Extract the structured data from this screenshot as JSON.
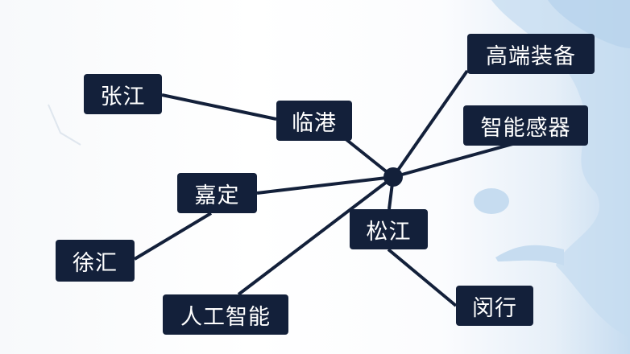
{
  "colors": {
    "node_bg": "#13203a",
    "node_text": "#ffffff",
    "line": "#13203a",
    "water": "#c6dcf0"
  },
  "nodes": {
    "high_end_equipment": "高端装备",
    "zhangjiang": "张江",
    "lingang": "临港",
    "smart_sensors": "智能感器",
    "jiading": "嘉定",
    "xuhui": "徐汇",
    "songjiang": "松江",
    "ai": "人工智能",
    "minhang": "闵行"
  }
}
